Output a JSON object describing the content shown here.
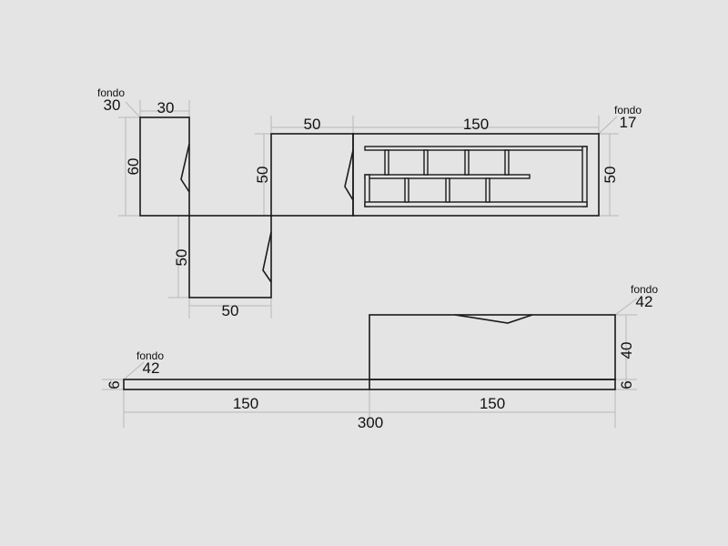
{
  "labels": {
    "depth_word": "fondo",
    "wall_unit_left": {
      "depth": "30",
      "width": "30",
      "height": "60"
    },
    "wall_unit_lower": {
      "width": "50",
      "height": "50"
    },
    "wall_unit_middle": {
      "width": "50",
      "height": "50"
    },
    "shelf_unit": {
      "depth": "17",
      "width": "150",
      "height": "50"
    },
    "base_cabinet": {
      "depth": "42",
      "height": "40",
      "plinth_height": "6"
    },
    "plinth": {
      "depth": "42",
      "height": "6",
      "left_width": "150",
      "right_width": "150",
      "total_width": "300"
    }
  }
}
